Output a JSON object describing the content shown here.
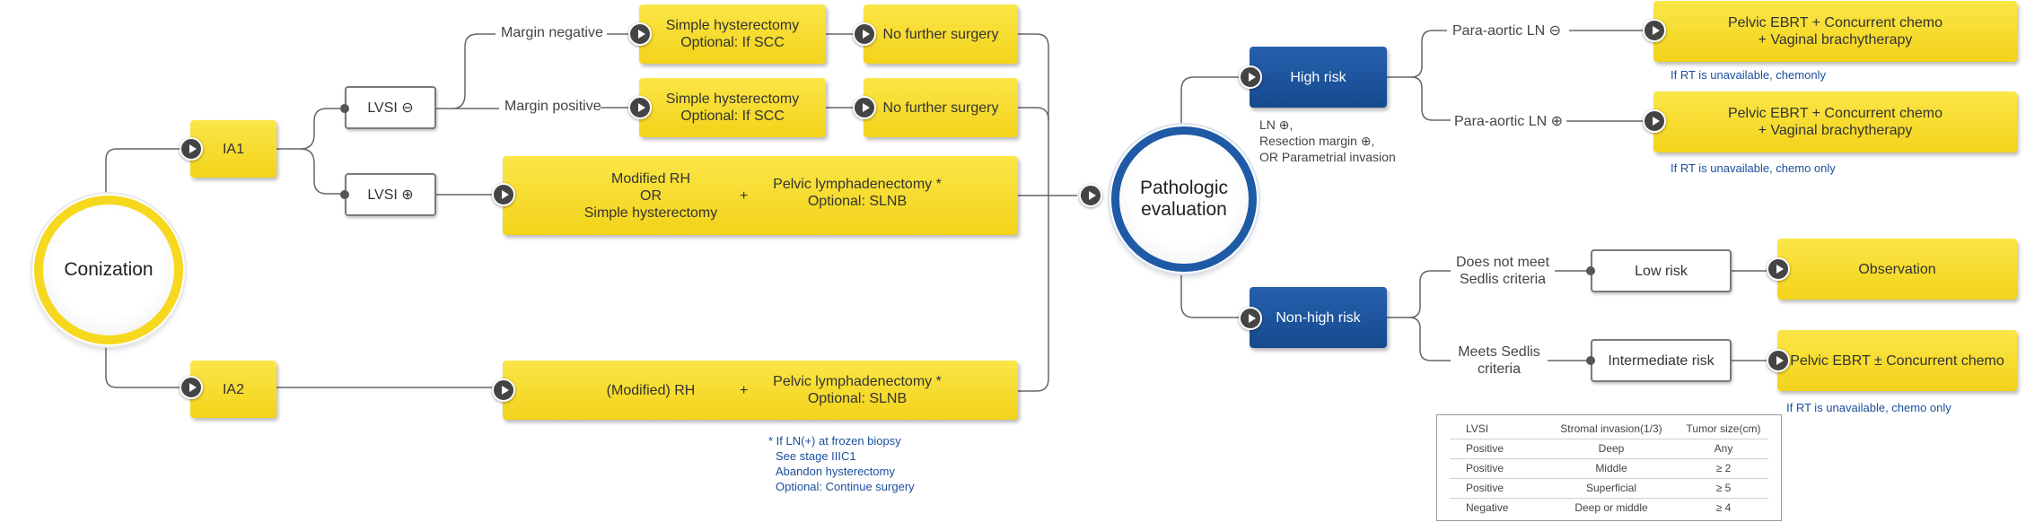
{
  "nodes": {
    "conization": "Conization",
    "ia1": "IA1",
    "ia2": "IA2",
    "lvsi_neg": "LVSI ⊖",
    "lvsi_pos": "LVSI ⊕",
    "margin_negative": "Margin negative",
    "margin_positive": "Margin positive",
    "simple_hyst_1": [
      "Simple hysterectomy",
      "Optional: If SCC"
    ],
    "simple_hyst_2": [
      "Simple hysterectomy",
      "Optional: If SCC"
    ],
    "no_further_1": "No further surgery",
    "no_further_2": "No further surgery",
    "modified_rh_left": [
      "Modified RH",
      "OR",
      "Simple hysterectomy"
    ],
    "plus": "+",
    "pelvic_lnd_1": [
      "Pelvic lymphadenectomy *",
      "Optional: SLNB"
    ],
    "ia2_rh": "(Modified) RH",
    "pelvic_lnd_2": [
      "Pelvic lymphadenectomy *",
      "Optional: SLNB"
    ],
    "frozen_note": [
      "* If LN(+) at frozen biopsy",
      "See stage IIIC1",
      "Abandon hysterectomy",
      "Optional: Continue surgery"
    ],
    "pathologic": [
      "Pathologic",
      "evaluation"
    ],
    "high_risk": "High risk",
    "high_risk_criteria": [
      "LN ⊕,",
      "Resection margin ⊕,",
      "OR Parametrial invasion"
    ],
    "non_high_risk": "Non-high risk",
    "paraaortic_neg": "Para-aortic LN ⊖",
    "paraaortic_pos": "Para-aortic LN ⊕",
    "ebrt_1": [
      "Pelvic EBRT + Concurrent chemo",
      "+ Vaginal brachytherapy"
    ],
    "ebrt_2": [
      "Pelvic EBRT + Concurrent chemo",
      "+ Vaginal brachytherapy"
    ],
    "note_rt_1": "If RT is unavailable, chemonly",
    "note_rt_2": "If RT is unavailable, chemo only",
    "not_sedlis": [
      "Does not meet",
      "Sedlis criteria"
    ],
    "meets_sedlis": [
      "Meets Sedlis",
      "criteria"
    ],
    "low_risk": "Low risk",
    "intermediate_risk": "Intermediate risk",
    "observation": "Observation",
    "ebrt_chemo": "Pelvic EBRT ± Concurrent chemo",
    "note_rt_3": "If RT is unavailable, chemo only"
  },
  "sedlis_table": {
    "headers": [
      "LVSI",
      "Stromal invasion(1/3)",
      "Tumor size(cm)"
    ],
    "rows": [
      [
        "Positive",
        "Deep",
        "Any"
      ],
      [
        "Positive",
        "Middle",
        "≥ 2"
      ],
      [
        "Positive",
        "Superficial",
        "≥ 5"
      ],
      [
        "Negative",
        "Deep or middle",
        "≥ 4"
      ]
    ]
  },
  "colors": {
    "yellow": "#f6d81f",
    "blue": "#1e5aa6",
    "note": "#1a4f9c"
  }
}
